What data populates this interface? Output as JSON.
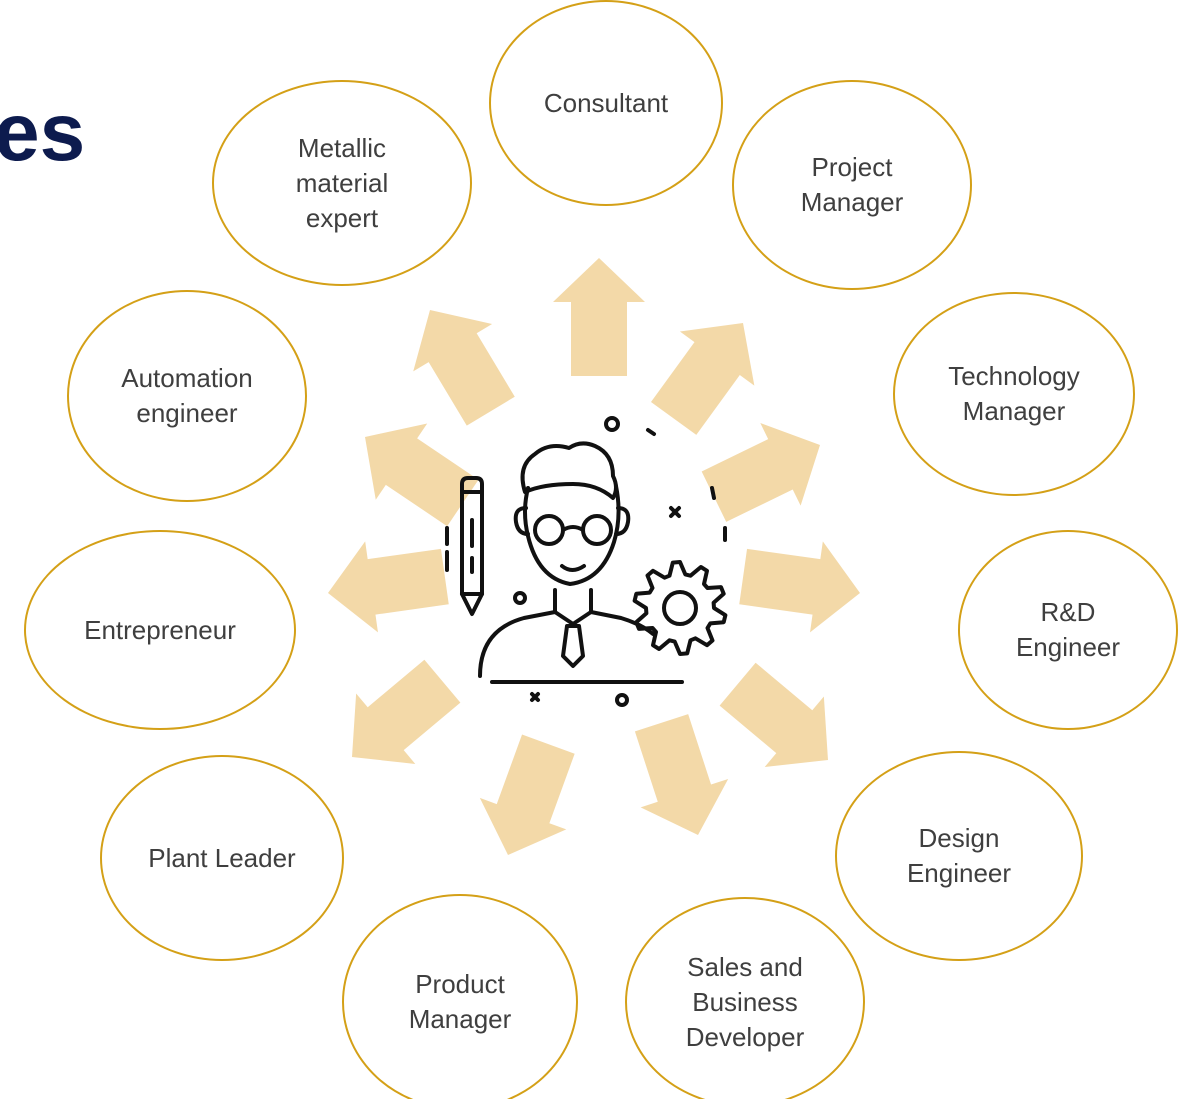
{
  "title_fragment": "es",
  "center_icon": {
    "icon": "engineer-with-glasses-pencil-gear-icon"
  },
  "roles": [
    {
      "id": "consultant",
      "label": "Consultant"
    },
    {
      "id": "project-manager",
      "label": "Project\nManager"
    },
    {
      "id": "technology-manager",
      "label": "Technology\nManager"
    },
    {
      "id": "rd-engineer",
      "label": "R&D\nEngineer"
    },
    {
      "id": "design-engineer",
      "label": "Design\nEngineer"
    },
    {
      "id": "sales-business-developer",
      "label": "Sales and\nBusiness\nDeveloper"
    },
    {
      "id": "product-manager",
      "label": "Product\nManager"
    },
    {
      "id": "plant-leader",
      "label": "Plant Leader"
    },
    {
      "id": "entrepreneur",
      "label": "Entrepreneur"
    },
    {
      "id": "automation-engineer",
      "label": "Automation\nengineer"
    },
    {
      "id": "metallic-material-expert",
      "label": "Metallic\nmaterial\nexpert"
    }
  ],
  "colors": {
    "title": "#0d1b4e",
    "bubble_border": "#d4a017",
    "arrow_fill": "#f3d9a8",
    "label_text": "#3f3f3f",
    "icon_stroke": "#111111"
  }
}
